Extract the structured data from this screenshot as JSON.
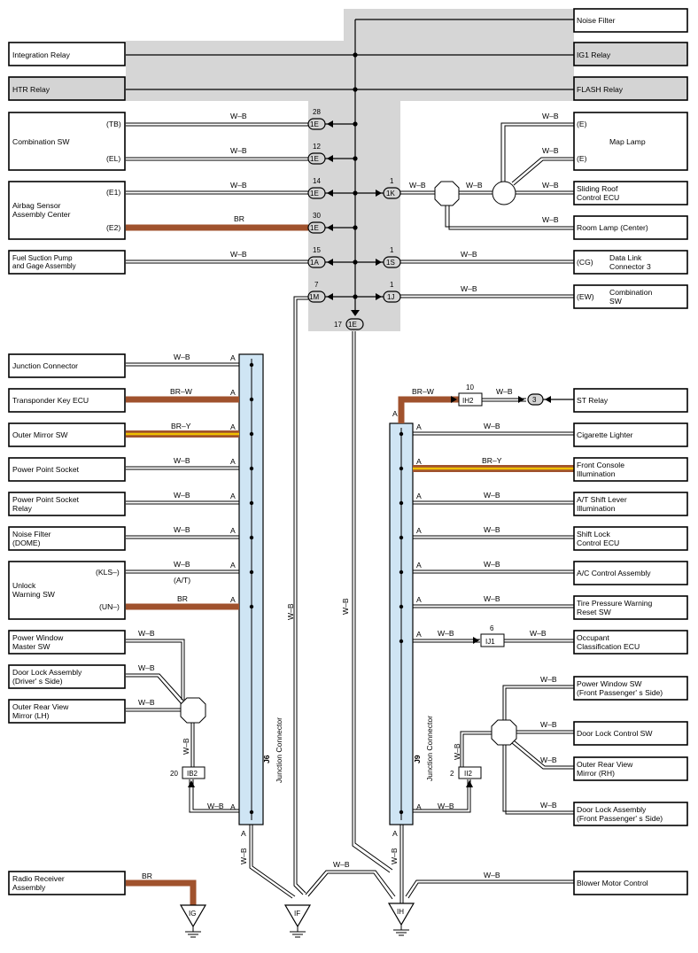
{
  "wire_colors": {
    "wb": "#000000",
    "br": "#a0522d",
    "y": "#f0c000",
    "shade": "#d6d6d6",
    "jc": "#cfe5f4"
  },
  "boxes": {
    "noise_filter": "Noise Filter",
    "integration_relay": "Integration Relay",
    "ig1_relay": "IG1 Relay",
    "htr_relay": "HTR Relay",
    "flash_relay": "FLASH Relay",
    "combination_sw": "Combination SW",
    "map_lamp": "Map Lamp",
    "airbag_1": "Airbag Sensor",
    "airbag_2": "Assembly Center",
    "sliding_roof_1": "Sliding Roof",
    "sliding_roof_2": "Control ECU",
    "room_lamp": "Room Lamp (Center)",
    "fuel_pump_1": "Fuel Suction Pump",
    "fuel_pump_2": "and Gage Assembly",
    "data_link_1": "Data Link",
    "data_link_2": "Connector 3",
    "combination_sw_r_1": "Combination",
    "combination_sw_r_2": "SW",
    "junction_connector": "Junction Connector",
    "transponder": "Transponder Key ECU",
    "outer_mirror_sw": "Outer Mirror SW",
    "power_point_socket": "Power Point Socket",
    "pps_relay_1": "Power Point Socket",
    "pps_relay_2": "Relay",
    "noise_filter_dome_1": "Noise Filter",
    "noise_filter_dome_2": "(DOME)",
    "unlock_warning_1": "Unlock",
    "unlock_warning_2": "Warning SW",
    "pw_master_1": "Power Window",
    "pw_master_2": "Master SW",
    "door_lock_driver_1": "Door Lock Assembly",
    "door_lock_driver_2": "(Driver' s Side)",
    "outer_rear_lh_1": "Outer Rear View",
    "outer_rear_lh_2": "Mirror (LH)",
    "radio_receiver_1": "Radio Receiver",
    "radio_receiver_2": "Assembly",
    "st_relay": "ST Relay",
    "cigarette_lighter": "Cigarette Lighter",
    "front_console_1": "Front Console",
    "front_console_2": "Illumination",
    "at_shift_1": "A/T Shift Lever",
    "at_shift_2": "Illumination",
    "shift_lock_1": "Shift Lock",
    "shift_lock_2": "Control ECU",
    "ac_control": "A/C Control Assembly",
    "tire_pressure_1": "Tire Pressure Warning",
    "tire_pressure_2": "Reset SW",
    "occupant_1": "Occupant",
    "occupant_2": "Classification ECU",
    "pw_front_1": "Power Window SW",
    "pw_front_2": "(Front Passenger' s Side)",
    "door_lock_control": "Door Lock Control SW",
    "outer_rear_rh_1": "Outer Rear View",
    "outer_rear_rh_2": "Mirror (RH)",
    "door_lock_front_1": "Door Lock Assembly",
    "door_lock_front_2": "(Front Passenger' s Side)",
    "blower": "Blower Motor Control"
  },
  "pins": {
    "tb": "(TB)",
    "el": "(EL)",
    "e1": "(E1)",
    "e2": "(E2)",
    "e_a": "(E)",
    "e_b": "(E)",
    "cg": "(CG)",
    "ew": "(EW)",
    "kls": "(KLS–)",
    "at": "(A/T)",
    "un": "(UN–)"
  },
  "wires": {
    "wb": "W–B",
    "br": "BR",
    "brw": "BR–W",
    "bry": "BR–Y"
  },
  "connectors": {
    "c1e": "1E",
    "c1a": "1A",
    "c1m": "1M",
    "c1k": "1K",
    "c1s": "1S",
    "c1j": "1J",
    "ih2": "IH2",
    "ij1": "IJ1",
    "ib2": "IB2",
    "ii2": "II2",
    "st3": "3"
  },
  "pin_numbers": {
    "p28": "28",
    "p12": "12",
    "p14": "14",
    "p30": "30",
    "p15": "15",
    "p7": "7",
    "p1": "1",
    "p17": "17",
    "p10": "10",
    "p6": "6",
    "p20": "20",
    "p2": "2"
  },
  "junction": {
    "j6": "J6",
    "j9": "J9",
    "label": "Junction Connector",
    "a": "A"
  },
  "grounds": {
    "ig": "IG",
    "if": "IF",
    "ih": "IH"
  }
}
